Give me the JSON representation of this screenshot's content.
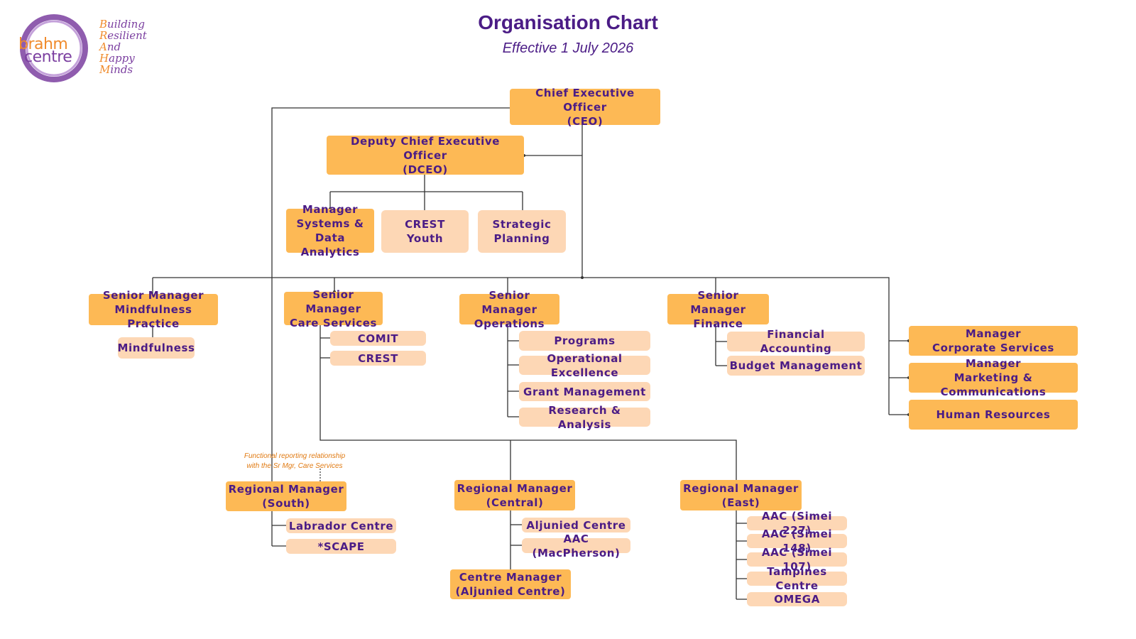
{
  "header": {
    "title": "Organisation Chart",
    "subtitle": "Effective 1 July 2026"
  },
  "logo": {
    "brand_line1": "brahm",
    "brand_line2": "centre",
    "tagline": [
      {
        "cap": "B",
        "rest": "uilding"
      },
      {
        "cap": "R",
        "rest": "esilient"
      },
      {
        "cap": "A",
        "rest": "nd"
      },
      {
        "cap": "H",
        "rest": "appy"
      },
      {
        "cap": "M",
        "rest": "inds"
      }
    ]
  },
  "colors": {
    "primary_box": "#fdb955",
    "secondary_box": "#fdd7b5",
    "text": "#4b1c86",
    "note": "#e07a12",
    "line": "#333333"
  },
  "nodes": {
    "ceo": "Chief Executive Officer\n(CEO)",
    "dceo": "Deputy Chief Executive Officer\n(DCEO)",
    "mgr_systems": "Manager\nSystems &\nData Analytics",
    "crest_youth": "CREST\nYouth",
    "strategic_planning": "Strategic\nPlanning",
    "sm_mindfulness": "Senior Manager\nMindfulness Practice",
    "mindfulness": "Mindfulness",
    "sm_care": "Senior Manager\nCare Services",
    "comit": "COMIT",
    "crest": "CREST",
    "sm_operations": "Senior Manager\nOperations",
    "programs": "Programs",
    "operational_excellence": "Operational Excellence",
    "grant_management": "Grant Management",
    "research_analysis": "Research & Analysis",
    "sm_finance": "Senior Manager\nFinance",
    "financial_accounting": "Financial Accounting",
    "budget_management": "Budget Management",
    "mgr_corporate": "Manager\nCorporate Services",
    "mgr_marcomms": "Manager\nMarketing & Communications",
    "human_resources": "Human Resources",
    "rm_south": "Regional Manager\n(South)",
    "labrador": "Labrador Centre",
    "scape": "*SCAPE",
    "rm_central": "Regional Manager\n(Central)",
    "aljunied": "Aljunied Centre",
    "aac_macpherson": "AAC (MacPherson)",
    "cm_aljunied": "Centre Manager\n(Aljunied Centre)",
    "rm_east": "Regional Manager\n(East)",
    "aac_simei227": "AAC (Simei 227)",
    "aac_simei148": "AAC (Simei 148)",
    "aac_simei107": "AAC (Simei 107)",
    "tampines": "Tampines Centre",
    "omega": "OMEGA"
  },
  "note": "Functional reporting relationship\nwith the Sr Mgr, Care Services"
}
